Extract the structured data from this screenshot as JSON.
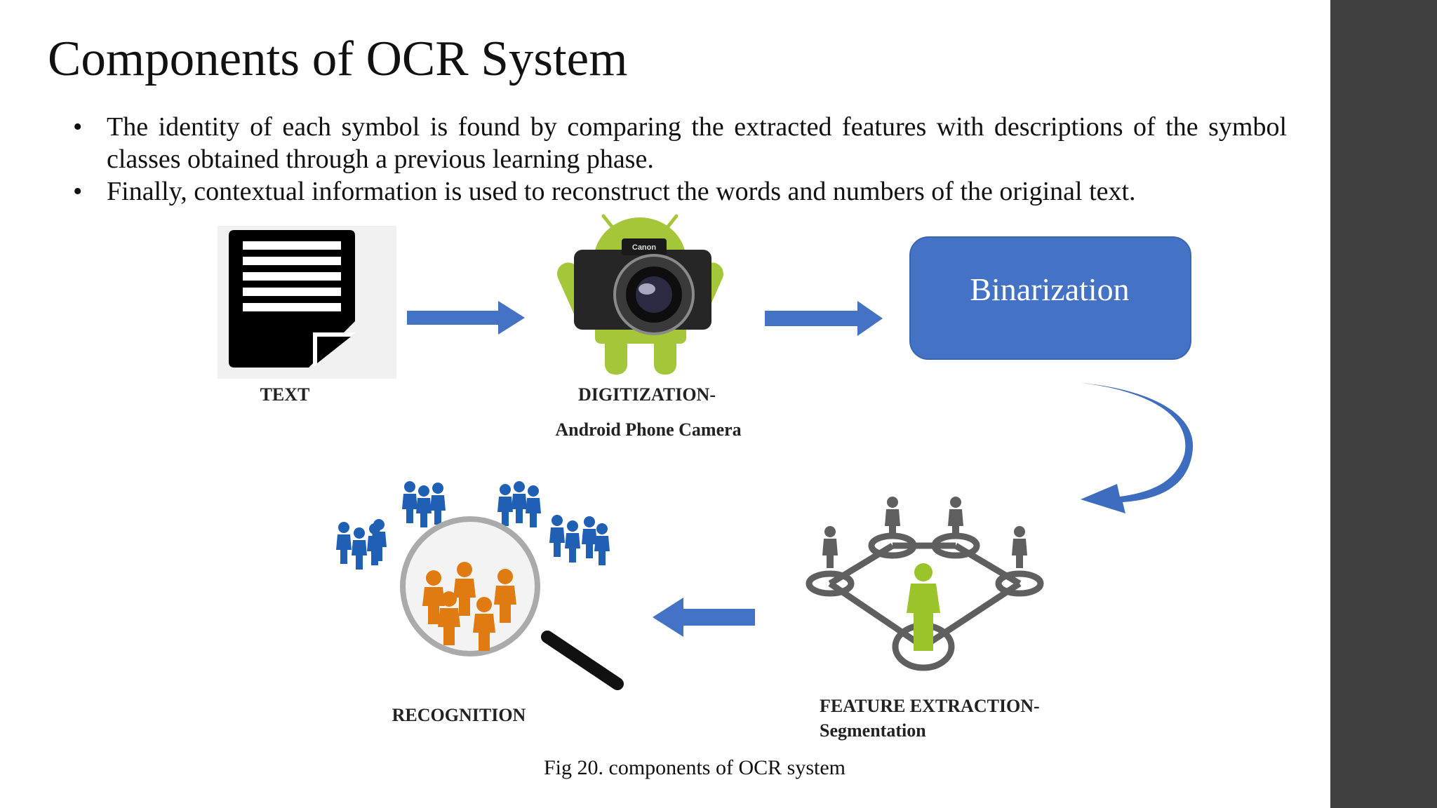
{
  "slide": {
    "title": "Components of OCR System",
    "bullets": [
      "The identity of each symbol is found by comparing the extracted features with descriptions of the symbol classes obtained through a previous learning phase.",
      "Finally, contextual information is used to reconstruct the words and numbers of the original text."
    ],
    "bullet_symbol": "•",
    "caption": "Fig 20. components of OCR system"
  },
  "diagram": {
    "text_label": "TEXT",
    "digitization_label": "DIGITIZATION-",
    "digitization_sublabel": "Android Phone Camera",
    "camera_brand": "Canon",
    "binarization_label": "Binarization",
    "feature_label": "FEATURE EXTRACTION-",
    "feature_sublabel": "Segmentation",
    "recognition_label": "RECOGNITION"
  },
  "colors": {
    "arrow_blue": "#4472c4",
    "binarization_fill": "#4472c4",
    "android_green": "#a4c639",
    "people_blue": "#1f5fb4",
    "people_orange": "#e07b12",
    "people_gray": "#5f5f5f",
    "sidebar": "#404040"
  }
}
